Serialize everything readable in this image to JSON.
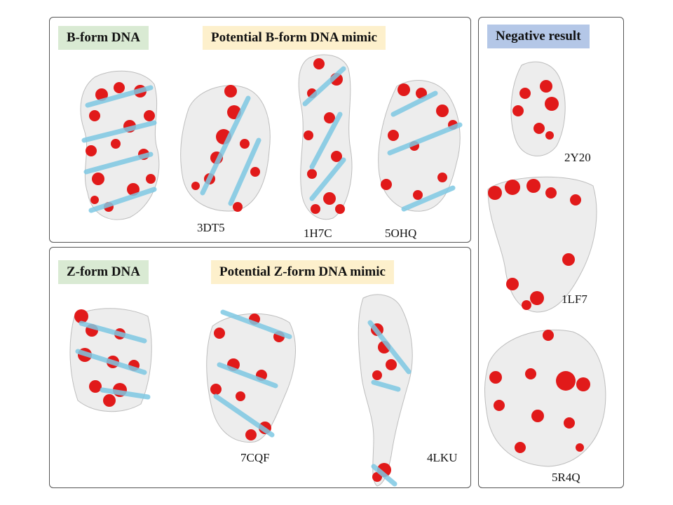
{
  "panels": {
    "b_form": {
      "reference_label": "B-form DNA",
      "mimic_label": "Potential B-form DNA mimic",
      "structures": [
        "3DT5",
        "1H7C",
        "5OHQ"
      ]
    },
    "z_form": {
      "reference_label": "Z-form DNA",
      "mimic_label": "Potential Z-form DNA mimic",
      "structures": [
        "7CQF",
        "4LKU"
      ]
    },
    "negative": {
      "label": "Negative result",
      "structures": [
        "2Y20",
        "1LF7",
        "5R4Q"
      ]
    }
  },
  "colors": {
    "reference_tag": "#d9ead3",
    "mimic_tag": "#fdf0cc",
    "negative_tag": "#b4c7e7",
    "surface": "#ededed",
    "charge": "#e11a1a",
    "arrow": "#7ec8e3"
  }
}
